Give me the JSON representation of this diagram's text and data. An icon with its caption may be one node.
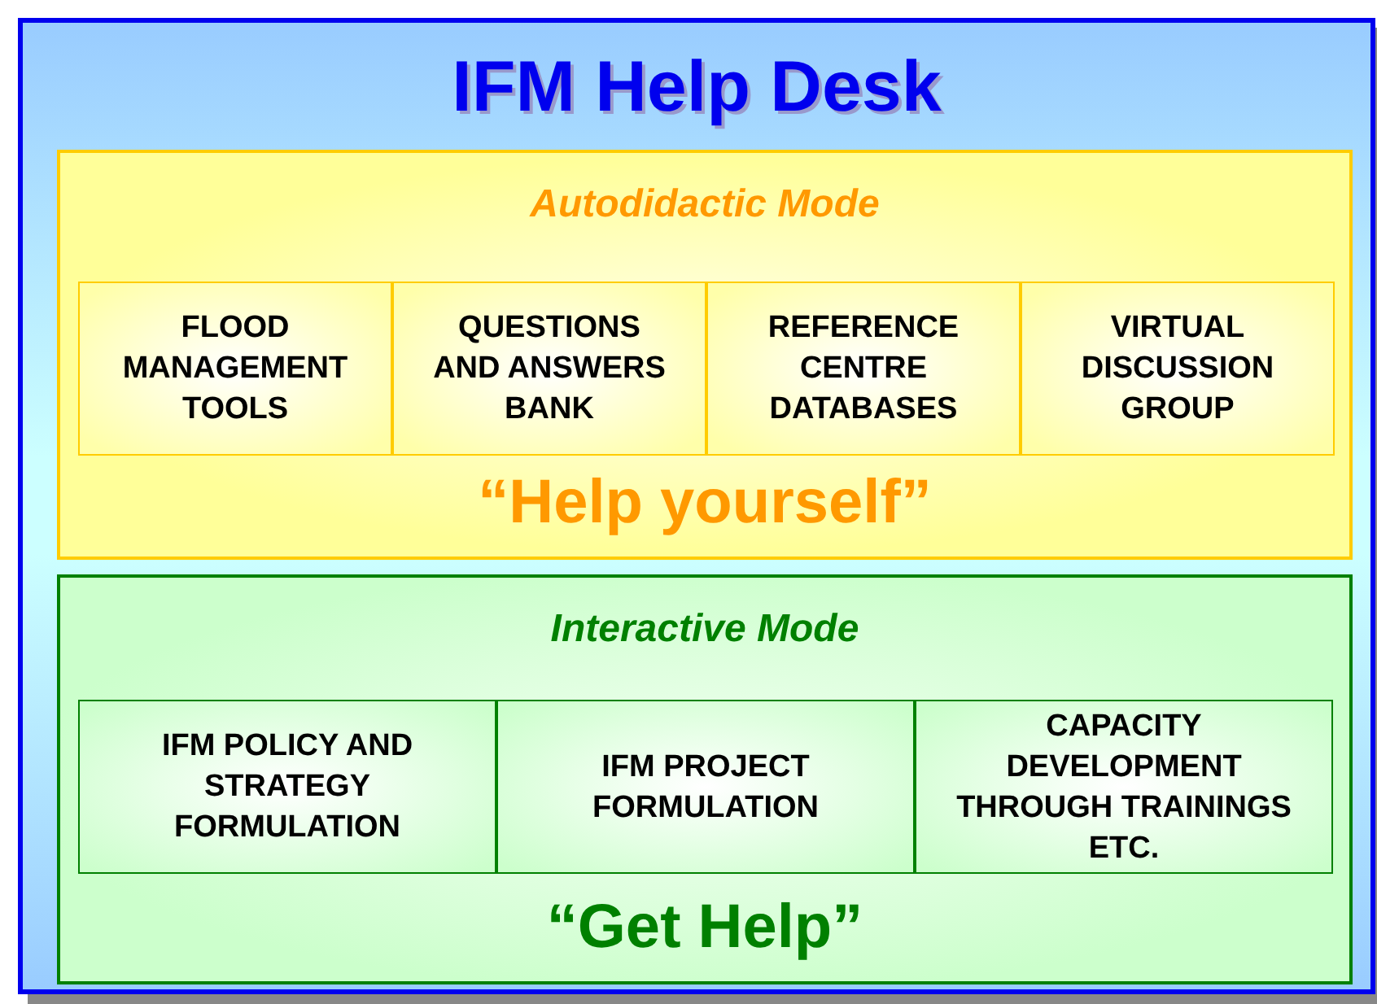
{
  "diagram": {
    "nodes": [
      {
        "text": [
          "IFM Help Desk"
        ]
      },
      {
        "text": [
          "Autodidactic Mode",
          "“Help yourself”"
        ],
        "in": 0
      },
      {
        "text": [
          "FLOOD MANAGEMENT TOOLS"
        ],
        "in": 1
      },
      {
        "text": [
          "QUESTIONS AND ANSWERS BANK"
        ],
        "in": 1
      },
      {
        "text": [
          "REFERENCE CENTRE DATABASES"
        ],
        "in": 1
      },
      {
        "text": [
          "VIRTUAL DISCUSSION GROUP"
        ],
        "in": 1
      },
      {
        "text": [
          "Interactive Mode",
          "“Get Help”"
        ],
        "in": 0
      },
      {
        "text": [
          "IFM POLICY AND STRATEGY FORMULATION"
        ],
        "in": 6
      },
      {
        "text": [
          "IFM PROJECT FORMULATION"
        ],
        "in": 6
      },
      {
        "text": [
          "CAPACITY DEVELOPMENT THROUGH TRAININGS ETC."
        ],
        "in": 6
      }
    ]
  }
}
